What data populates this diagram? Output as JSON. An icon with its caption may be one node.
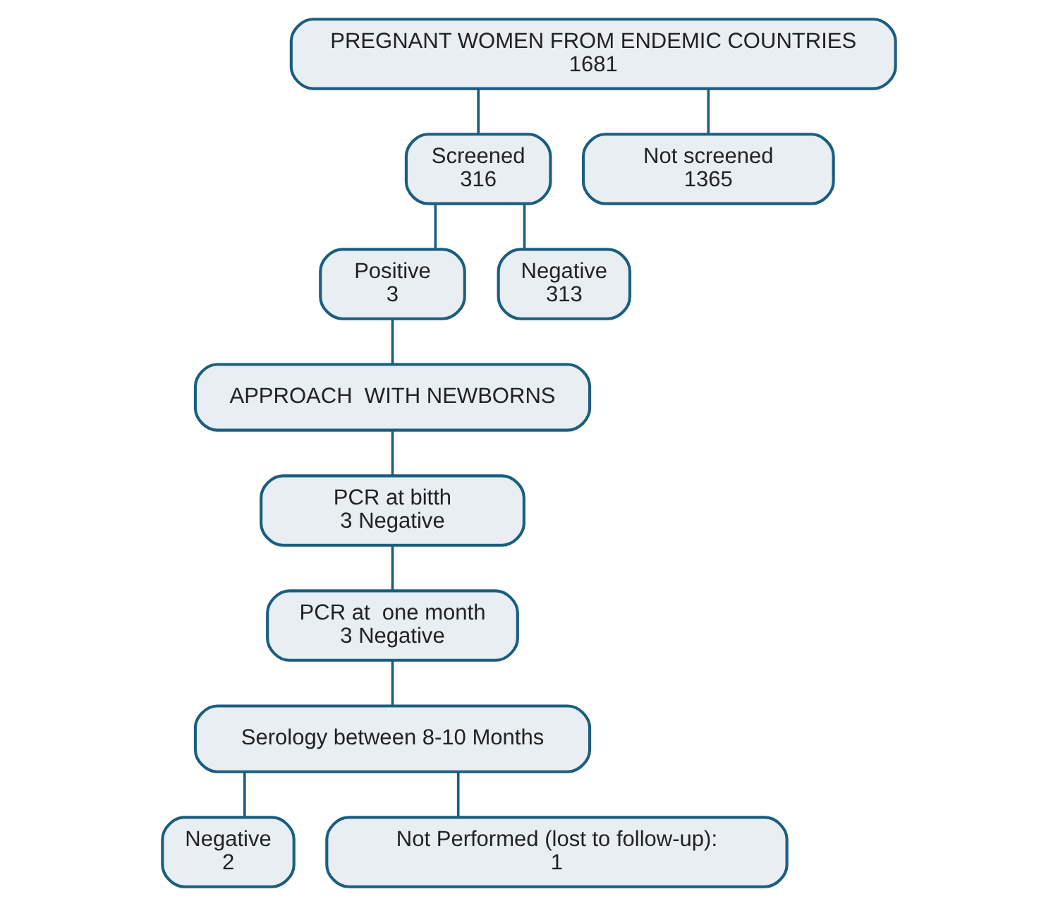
{
  "diagram": {
    "nodes": [
      {
        "text": [
          "PREGNANT WOMEN FROM ENDEMIC COUNTRIES",
          "1681"
        ]
      },
      {
        "text": [
          "Screened",
          "316"
        ]
      },
      {
        "text": [
          "Not screened",
          "1365"
        ]
      },
      {
        "text": [
          "Positive",
          "3"
        ]
      },
      {
        "text": [
          "Negative",
          "313"
        ]
      },
      {
        "text": [
          "APPROACH  WITH NEWBORNS"
        ]
      },
      {
        "text": [
          "PCR at bitth",
          "3 Negative"
        ]
      },
      {
        "text": [
          "PCR at  one month",
          "3 Negative"
        ]
      },
      {
        "text": [
          "Serology between 8-10 Months"
        ]
      },
      {
        "text": [
          "Negative",
          "2"
        ]
      },
      {
        "text": [
          "Not Performed (lost to follow-up):",
          "1"
        ]
      }
    ],
    "edges": [
      {
        "from": 0,
        "to": 1,
        "arrow": "none"
      },
      {
        "from": 0,
        "to": 2,
        "arrow": "none"
      },
      {
        "from": 1,
        "to": 3,
        "arrow": "none"
      },
      {
        "from": 1,
        "to": 4,
        "arrow": "none"
      },
      {
        "from": 3,
        "to": 5,
        "arrow": "none"
      },
      {
        "from": 5,
        "to": 6,
        "arrow": "none"
      },
      {
        "from": 6,
        "to": 7,
        "arrow": "none"
      },
      {
        "from": 7,
        "to": 8,
        "arrow": "none"
      },
      {
        "from": 8,
        "to": 9,
        "arrow": "none"
      },
      {
        "from": 8,
        "to": 10,
        "arrow": "none"
      }
    ]
  }
}
